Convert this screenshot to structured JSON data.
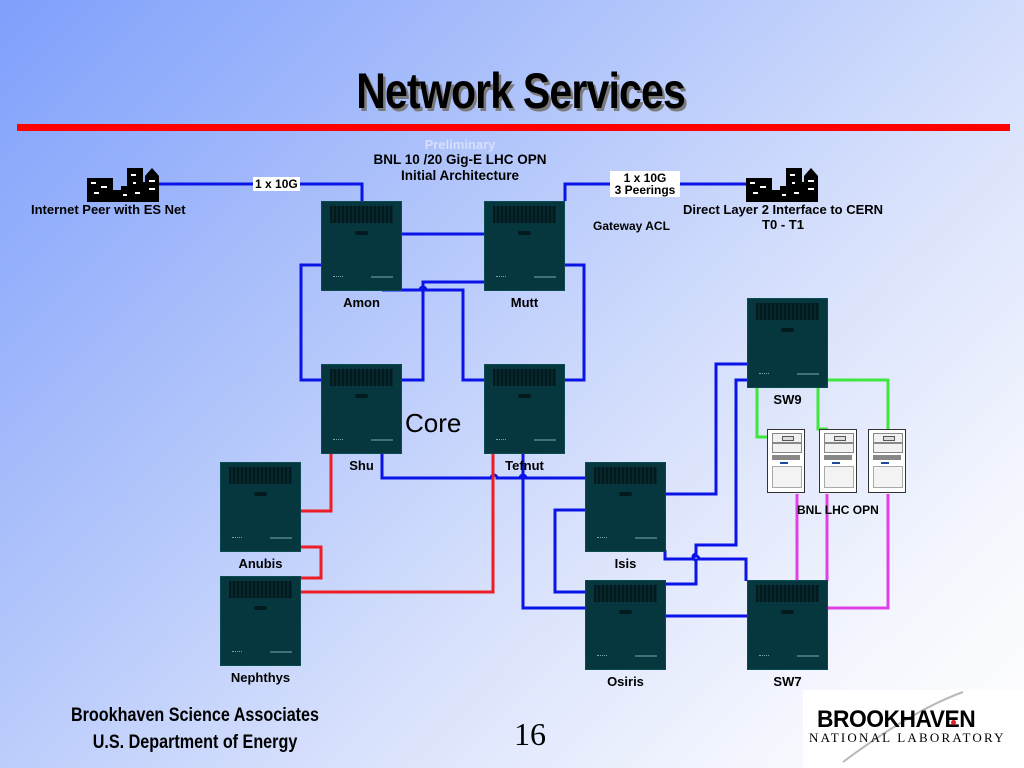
{
  "slide": {
    "title": "Network Services",
    "page_number": "16",
    "accent_color": "#ff0000"
  },
  "diagram": {
    "preliminary": "Preliminary",
    "heading_line1": "BNL 10 /20 Gig-E LHC OPN",
    "heading_line2": "Initial Architecture",
    "core_label": "Core",
    "external": {
      "left_site": {
        "icon": "city-icon",
        "label": "Internet Peer with ES Net",
        "link_label": "1 x 10G"
      },
      "right_site": {
        "icon": "city-icon",
        "label_line1": "Direct Layer 2 Interface to CERN",
        "label_line2": "T0 - T1",
        "link_label_line1": "1 x 10G",
        "link_label_line2": "3 Peerings",
        "acl_label": "Gateway ACL"
      }
    },
    "switches": [
      {
        "id": "amon",
        "label": "Amon"
      },
      {
        "id": "mutt",
        "label": "Mutt"
      },
      {
        "id": "shu",
        "label": "Shu"
      },
      {
        "id": "tefnut",
        "label": "Tefnut"
      },
      {
        "id": "anubis",
        "label": "Anubis"
      },
      {
        "id": "nephthys",
        "label": "Nephthys"
      },
      {
        "id": "isis",
        "label": "Isis"
      },
      {
        "id": "osiris",
        "label": "Osiris"
      },
      {
        "id": "sw9",
        "label": "SW9"
      },
      {
        "id": "sw7",
        "label": "SW7"
      }
    ],
    "servers_label": "BNL LHC OPN",
    "server_count": 3,
    "link_colors": {
      "core": "#0a14e6",
      "red": "#ee1c24",
      "green": "#3ee63e",
      "magenta": "#e040e6"
    }
  },
  "footer": {
    "org_line1": "Brookhaven Science Associates",
    "org_line2": "U.S. Department of Energy",
    "logo_main": "BROOKHAVEN",
    "logo_sub": "NATIONAL LABORATORY"
  }
}
